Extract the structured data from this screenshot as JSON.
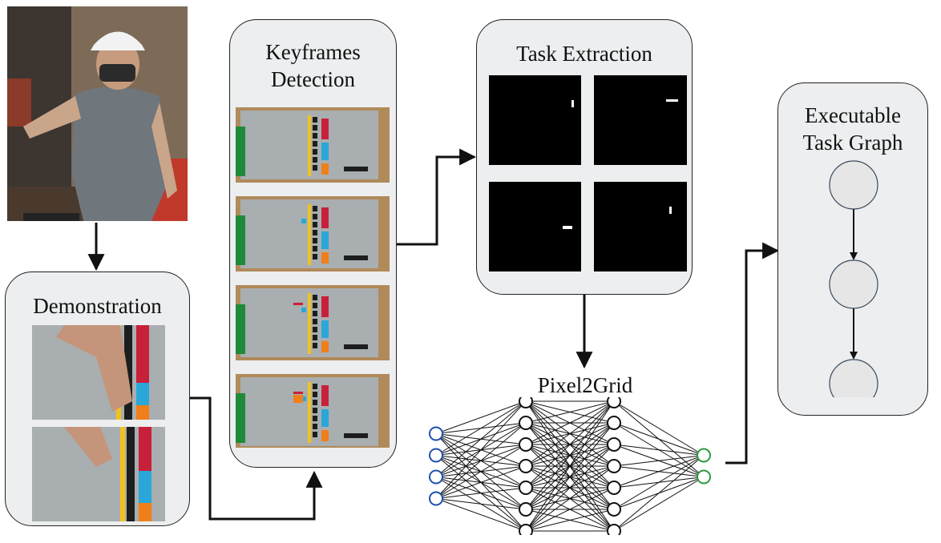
{
  "diagram": {
    "demonstration": {
      "title": "Demonstration"
    },
    "keyframes": {
      "title_line1": "Keyframes",
      "title_line2": "Detection"
    },
    "task_extraction": {
      "title": "Task Extraction"
    },
    "pixel2grid": {
      "title": "Pixel2Grid"
    },
    "task_graph": {
      "title_line1": "Executable",
      "title_line2": "Task Graph"
    }
  },
  "colors": {
    "panel_fill": "#eceeef",
    "input_nodes": "#1f4fb0",
    "output_nodes": "#2a9a3a",
    "graph_nodes": "#e6e6e6",
    "lego_red": "#c8203a",
    "lego_blue": "#2aa7d9",
    "lego_orange": "#f07f1a",
    "lego_yellow": "#f2c21a",
    "lego_green": "#1f8a3a"
  },
  "network": {
    "input_nodes": 4,
    "hidden_layer_nodes": 7,
    "hidden_layers": 2,
    "output_nodes": 2
  },
  "task_graph_nodes": 3
}
